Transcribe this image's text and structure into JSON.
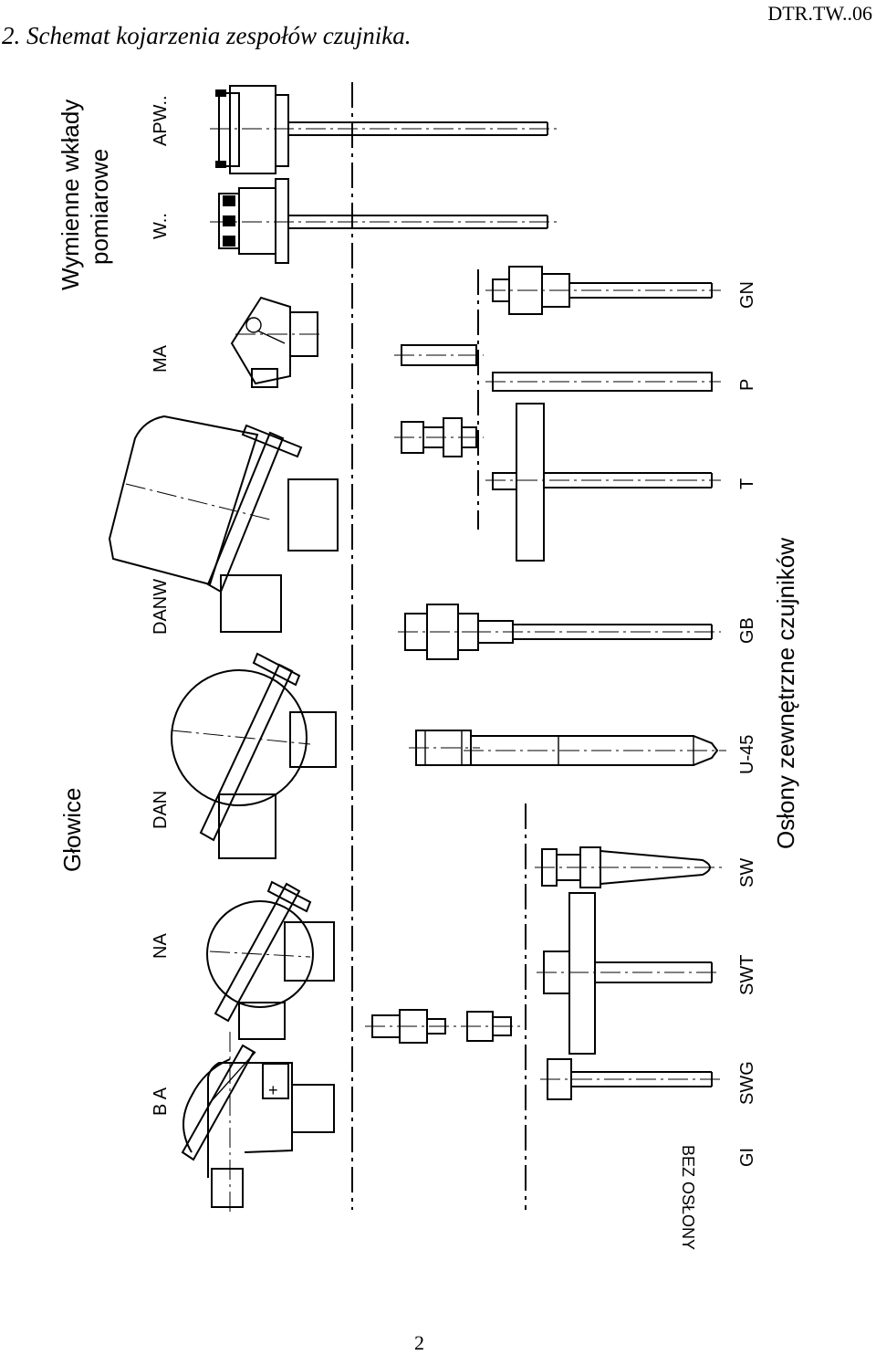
{
  "header": {
    "title": "2. Schemat kojarzenia zespołów czujnika.",
    "doc_code": "DTR.TW..06"
  },
  "sections": {
    "heads": "Głowice",
    "inserts_line1": "Wymienne wkłady",
    "inserts_line2": "pomiarowe",
    "sheaths": "Osłony zewnętrzne czujników",
    "no_sheath": "BEZ OSŁONY"
  },
  "head_labels": [
    "B A",
    "NA",
    "DAN",
    "DANW",
    "MA",
    "W..",
    "APW.."
  ],
  "sheath_labels": [
    "GI",
    "SWG",
    "SWT",
    "SW",
    "U-45",
    "GB",
    "T",
    "P",
    "GN"
  ],
  "footer": {
    "page_number": "2"
  }
}
